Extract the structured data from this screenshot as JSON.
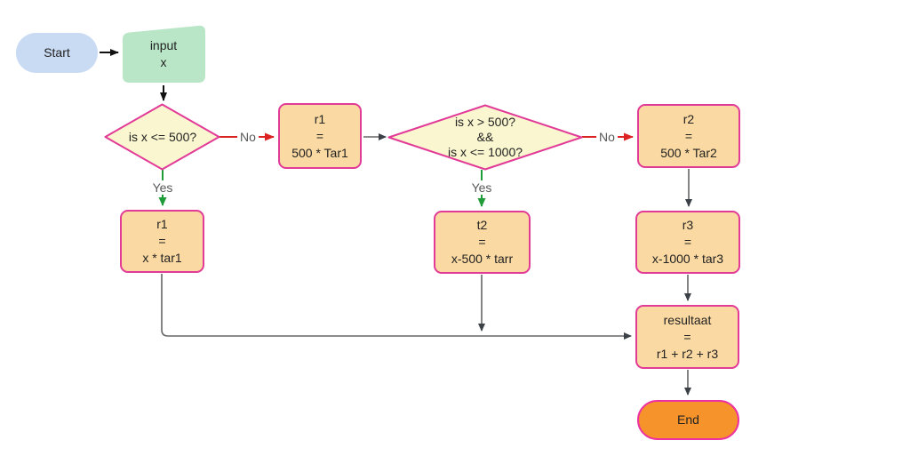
{
  "nodes": {
    "start": {
      "label": "Start"
    },
    "input": {
      "lines": [
        "input",
        "x"
      ]
    },
    "decision1": {
      "lines": [
        "is x <= 500?"
      ]
    },
    "r1_fixed": {
      "lines": [
        "r1",
        "=",
        "500 * Tar1"
      ]
    },
    "decision2": {
      "lines": [
        "is x > 500?",
        "&&",
        "is x <= 1000?"
      ]
    },
    "r2_fixed": {
      "lines": [
        "r2",
        "=",
        "500 * Tar2"
      ]
    },
    "r1_var": {
      "lines": [
        "r1",
        "=",
        "x * tar1"
      ]
    },
    "t2_var": {
      "lines": [
        "t2",
        "=",
        "x-500 * tarr"
      ]
    },
    "r3_var": {
      "lines": [
        "r3",
        "=",
        "x-1000 * tar3"
      ]
    },
    "result": {
      "lines": [
        "resultaat",
        "=",
        "r1 + r2 + r3"
      ]
    },
    "end": {
      "label": "End"
    }
  },
  "edge_labels": {
    "decision1_no": "No",
    "decision1_yes": "Yes",
    "decision2_no": "No",
    "decision2_yes": "Yes"
  },
  "colors": {
    "start_fill": "#c9daf3",
    "input_fill": "#b8e6c6",
    "decision_fill": "#faf7d0",
    "process_fill": "#fbd9a2",
    "end_fill": "#f6932b",
    "shape_border": "#e23a97",
    "edge_gray": "#666666",
    "edge_red": "#dd2222",
    "edge_green": "#1f9c38",
    "edge_black": "#111111",
    "label_text": "#595959",
    "node_text": "#222222"
  }
}
